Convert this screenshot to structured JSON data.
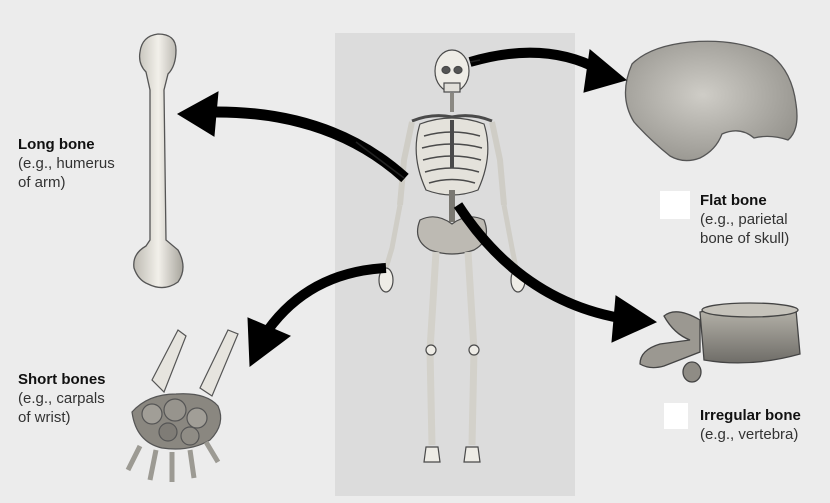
{
  "labels": {
    "long": {
      "title": "Long bone",
      "line1": "(e.g., humerus",
      "line2": "of arm)"
    },
    "short": {
      "title": "Short bones",
      "line1": "(e.g., carpals",
      "line2": "of wrist)"
    },
    "flat": {
      "title": "Flat bone",
      "line1": "(e.g., parietal",
      "line2": "bone of skull)"
    },
    "irregular": {
      "title": "Irregular bone",
      "line1": "(e.g., vertebra)"
    }
  },
  "colors": {
    "background": "#ececec",
    "center_panel": "#dcdcdc",
    "bone_fill": "#eae8e1",
    "bone_stroke": "#555555",
    "arrow": "#000000"
  }
}
